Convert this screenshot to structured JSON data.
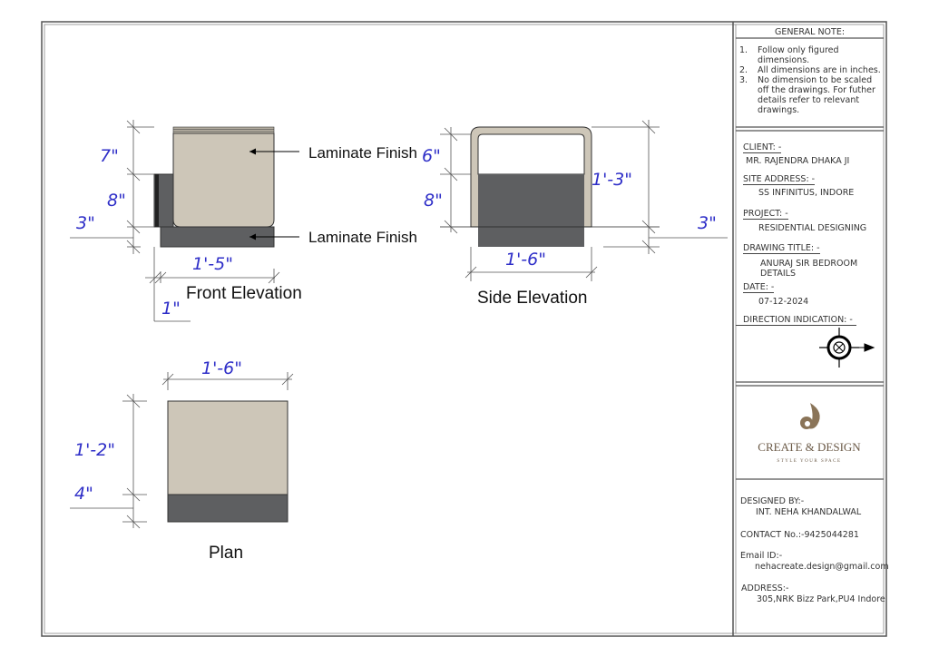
{
  "drawings": {
    "front_elevation": {
      "title": "Front Elevation",
      "dims": {
        "top": "7\"",
        "middle": "8\"",
        "base": "3\"",
        "width": "1'-5\"",
        "offset": "1\""
      },
      "callouts": [
        "Laminate Finish",
        "Laminate Finish"
      ]
    },
    "side_elevation": {
      "title": "Side Elevation",
      "dims": {
        "top": "6\"",
        "middle": "8\"",
        "overall": "1'-3\"",
        "base": "3\"",
        "width": "1'-6\""
      }
    },
    "plan": {
      "title": "Plan",
      "dims": {
        "width": "1'-6\"",
        "depth": "1'-2\"",
        "front": "4\""
      }
    }
  },
  "title_block": {
    "general_note_header": "GENERAL NOTE:",
    "notes": [
      {
        "num": "1.",
        "text": "Follow only figured dimensions."
      },
      {
        "num": "2.",
        "text": "All dimensions are in inches."
      },
      {
        "num": "3.",
        "text": "No dimension to be scaled off the drawings. For futher details refer to relevant drawings."
      }
    ],
    "client_label": "CLIENT: -",
    "client": "MR. RAJENDRA DHAKA JI",
    "site_label": "SITE ADDRESS: -",
    "site": "SS INFINITUS, INDORE",
    "project_label": "PROJECT: -",
    "project": "RESIDENTIAL DESIGNING",
    "drawing_title_label": "DRAWING TITLE: -",
    "drawing_title": "ANURAJ SIR BEDROOM DETAILS",
    "date_label": "DATE: -",
    "date": "07-12-2024",
    "direction_label": "DIRECTION INDICATION: -",
    "logo": {
      "name": "CREATE & DESIGN",
      "tagline": "STYLE YOUR SPACE"
    },
    "designed_by_label": "DESIGNED BY:-",
    "designed_by": "INT. NEHA KHANDALWAL",
    "contact": "CONTACT No.:-9425044281",
    "email_label": "Email ID:-",
    "email": "nehacreate.design@gmail.com",
    "address_label": "ADDRESS:-",
    "address": "305,NRK Bizz Park,PU4 Indore"
  },
  "colors": {
    "laminate_light": "#cdc6b8",
    "laminate_dark": "#5e5f61",
    "dimension": "#2f2fc8",
    "logo": "#8a7458"
  }
}
